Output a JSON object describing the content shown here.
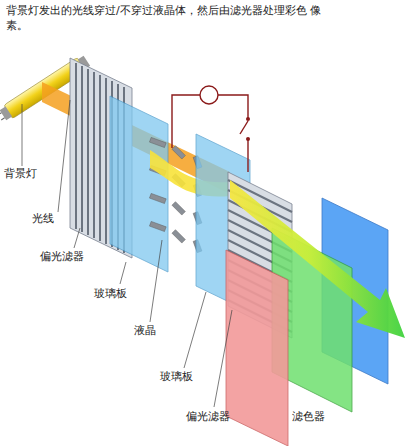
{
  "diagram": {
    "title": "背景灯发出的光线穿过/不穿过液晶体，然后由滤光器处理彩色 像素。",
    "labels": [
      "背景灯",
      "光线",
      "偏光滤器",
      "玻璃板",
      "液晶",
      "玻璃板",
      "偏光滤器",
      "滤色器"
    ]
  }
}
